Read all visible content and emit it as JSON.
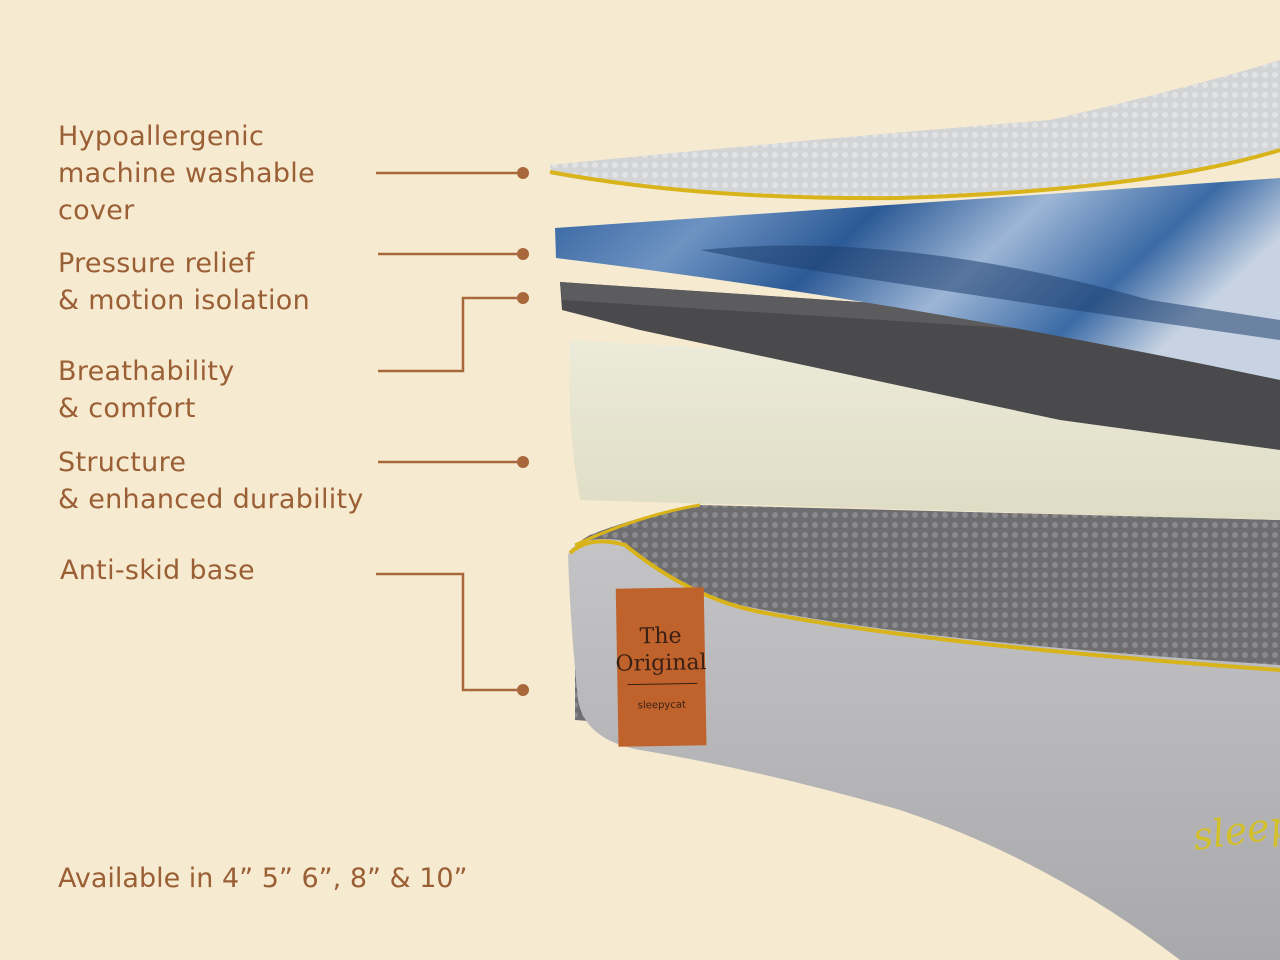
{
  "features": [
    {
      "lines": [
        "Hypoallergenic",
        "machine washable",
        "cover"
      ]
    },
    {
      "lines": [
        "Pressure relief",
        "& motion isolation"
      ]
    },
    {
      "lines": [
        "Breathability",
        "& comfort"
      ]
    },
    {
      "lines": [
        "Structure",
        "& enhanced durability"
      ]
    },
    {
      "lines": [
        "Anti-skid base"
      ]
    }
  ],
  "footer": "Available in 4” 5” 6”, 8” & 10”",
  "tag": {
    "line1": "The",
    "line2": "Original",
    "brand": "sleepycat"
  },
  "side_brand": "sleepy",
  "colors": {
    "background": "#f6ead0",
    "text": "#9a5f35",
    "piping": "#d8b41a",
    "tag": "#c0622c"
  }
}
